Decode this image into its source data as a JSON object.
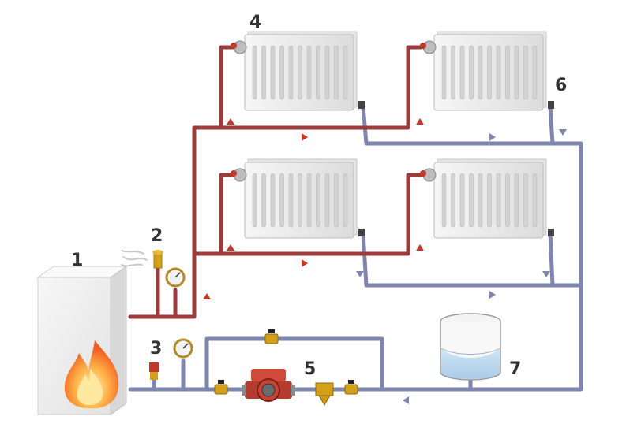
{
  "labels": {
    "boiler": "1",
    "air_vent": "2",
    "safety_valve": "3",
    "radiator_valve": "4",
    "pump": "5",
    "bleed_valve": "6",
    "expansion_tank": "7"
  },
  "colors": {
    "supply_pipe": "#9b3b3b",
    "return_pipe": "#7f86ad",
    "radiator": "#eeeeee",
    "boiler": "#efefef",
    "flame": "#f7931e",
    "pump": "#c0392b",
    "valve": "#d4a017",
    "tank_water": "#bcd9ee",
    "label": "#333333"
  },
  "icons": [
    "flame-icon",
    "steam-icon",
    "pressure-gauge-icon",
    "pump-icon",
    "valve-icon",
    "filter-icon",
    "flow-arrow-icon"
  ]
}
